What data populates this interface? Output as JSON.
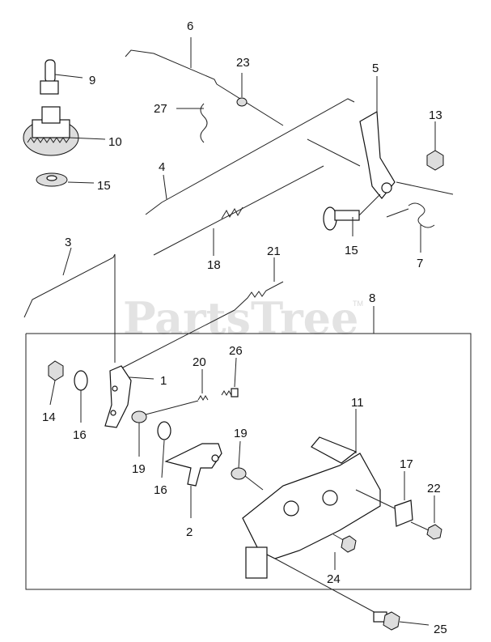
{
  "watermark": {
    "text": "PartsTree",
    "trademark": "TM"
  },
  "callouts": [
    {
      "id": "c9",
      "text": "9"
    },
    {
      "id": "c10",
      "text": "10"
    },
    {
      "id": "c15a",
      "text": "15"
    },
    {
      "id": "c6",
      "text": "6"
    },
    {
      "id": "c23",
      "text": "23"
    },
    {
      "id": "c27",
      "text": "27"
    },
    {
      "id": "c5",
      "text": "5"
    },
    {
      "id": "c13",
      "text": "13"
    },
    {
      "id": "c4",
      "text": "4"
    },
    {
      "id": "c15b",
      "text": "15"
    },
    {
      "id": "c7",
      "text": "7"
    },
    {
      "id": "c18",
      "text": "18"
    },
    {
      "id": "c3",
      "text": "3"
    },
    {
      "id": "c21",
      "text": "21"
    },
    {
      "id": "c8",
      "text": "8"
    },
    {
      "id": "c1",
      "text": "1"
    },
    {
      "id": "c20",
      "text": "20"
    },
    {
      "id": "c26",
      "text": "26"
    },
    {
      "id": "c14",
      "text": "14"
    },
    {
      "id": "c16a",
      "text": "16"
    },
    {
      "id": "c19a",
      "text": "19"
    },
    {
      "id": "c16b",
      "text": "16"
    },
    {
      "id": "c19b",
      "text": "19"
    },
    {
      "id": "c11",
      "text": "11"
    },
    {
      "id": "c17",
      "text": "17"
    },
    {
      "id": "c22",
      "text": "22"
    },
    {
      "id": "c2",
      "text": "2"
    },
    {
      "id": "c24",
      "text": "24"
    },
    {
      "id": "c25",
      "text": "25"
    }
  ]
}
